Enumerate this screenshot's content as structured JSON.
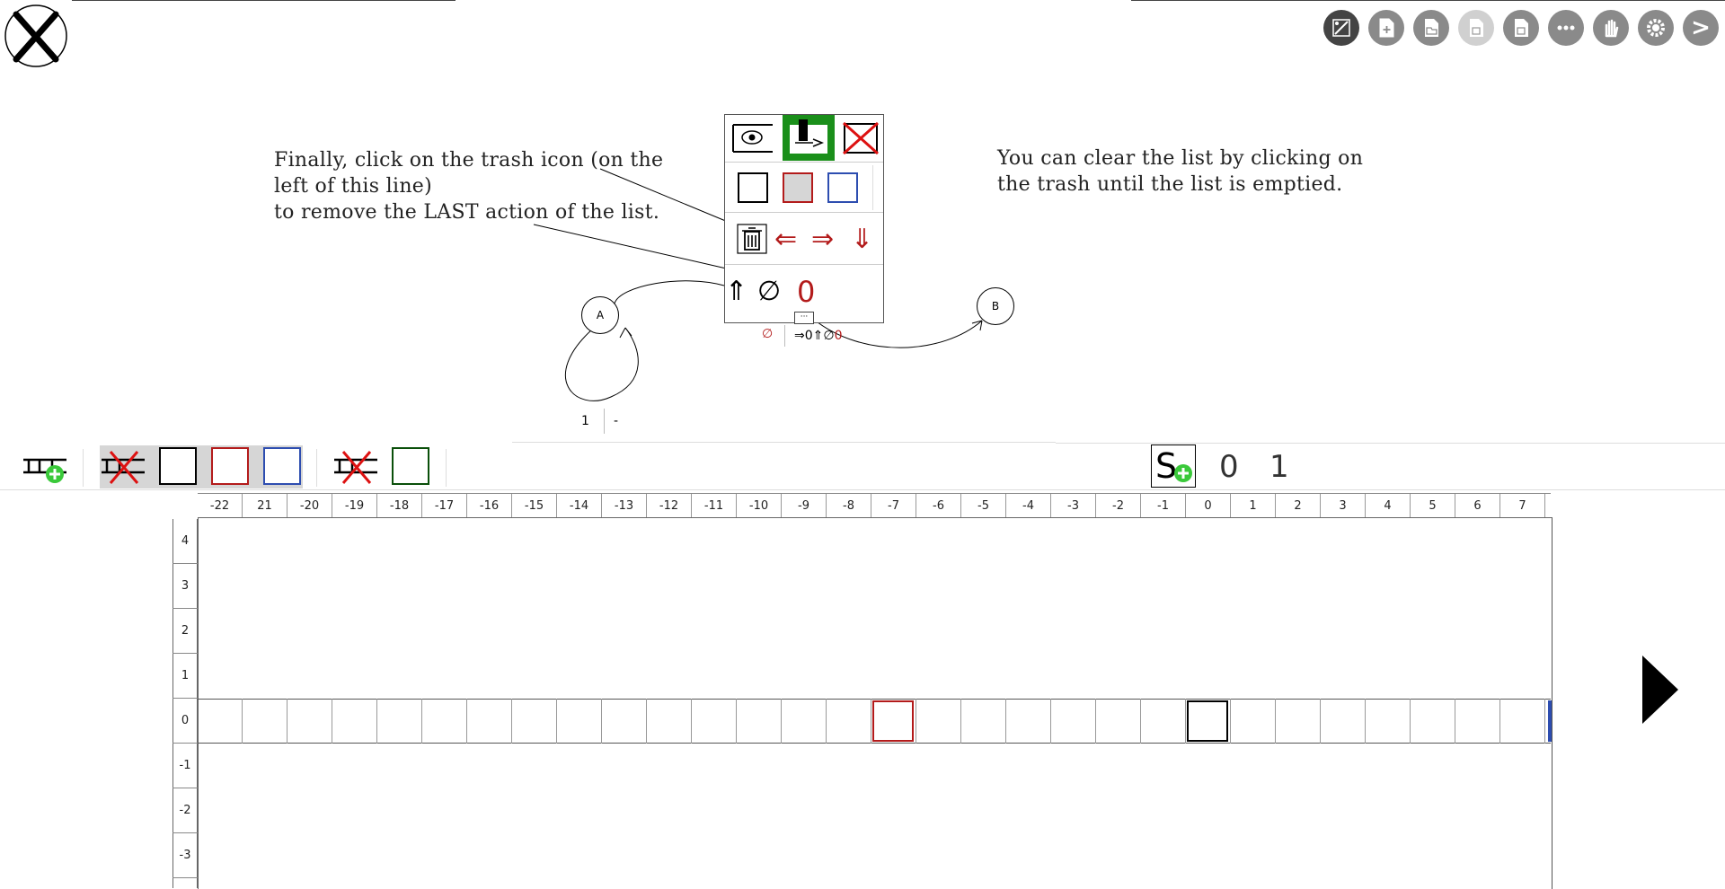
{
  "colors": {
    "accent_green": "#1a8f1a",
    "red": "#b31b1b",
    "blue": "#2d4db0",
    "dark_green": "#0a4f0a",
    "toolbar_gray": "#8a8a8a",
    "selection_gray": "#d6d6d6"
  },
  "toolbar": {
    "close_icon": "x-icon",
    "buttons": [
      "edit-automaton-icon",
      "new-file-icon",
      "open-file-icon",
      "save-icon",
      "save-as-icon",
      "more-icon",
      "hand-icon",
      "settings-icon",
      "next-icon"
    ],
    "next_glyph": ">"
  },
  "hints": {
    "left": "Finally, click on the trash icon (on the left of this line)",
    "left2": "to remove the LAST action of the list.",
    "right": "You can clear the list by clicking on the trash until the list is emptied."
  },
  "panel": {
    "arrows": {
      "left": "⇐",
      "right": "⇒",
      "down": "⇓",
      "up": "⇑"
    },
    "empty_symbol": "∅",
    "write_value": "0",
    "more_label": "···"
  },
  "graph": {
    "states": [
      {
        "id": "A",
        "label": "A"
      },
      {
        "id": "B",
        "label": "B"
      }
    ],
    "transition_read": "∅",
    "transition_actions": "⇒0⇑∅",
    "transition_actions_red": "0",
    "loop_label_left": "1",
    "loop_label_right": "-"
  },
  "tape_toolbar": {
    "symbols": [
      "0",
      "1"
    ]
  },
  "ruler": {
    "columns": [
      "-22",
      "21",
      "-20",
      "-19",
      "-18",
      "-17",
      "-16",
      "-15",
      "-14",
      "-13",
      "-12",
      "-11",
      "-10",
      "-9",
      "-8",
      "-7",
      "-6",
      "-5",
      "-4",
      "-3",
      "-2",
      "-1",
      "0",
      "1",
      "2",
      "3",
      "4",
      "5",
      "6",
      "7"
    ],
    "rows": [
      "4",
      "3",
      "2",
      "1",
      "0",
      "-1",
      "-2",
      "-3"
    ]
  },
  "tape": {
    "red_cell_index": 15,
    "black_cell_index": 22
  }
}
